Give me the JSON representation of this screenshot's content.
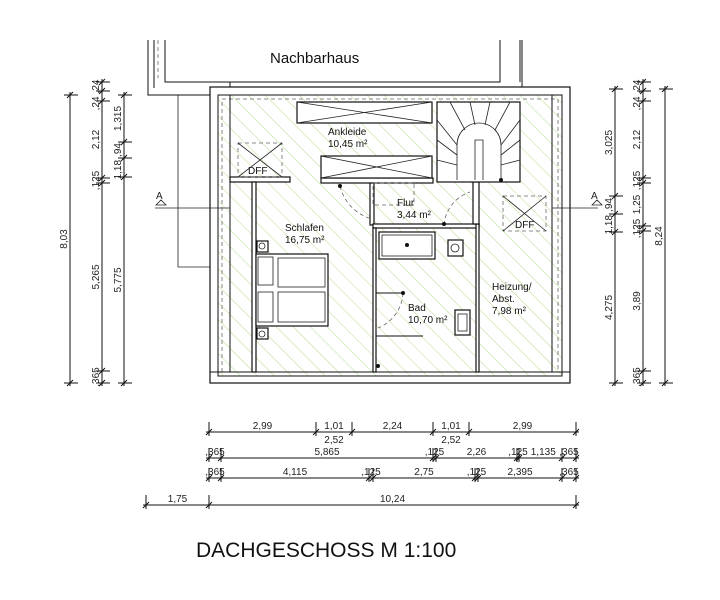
{
  "neighbor_label": "Nachbarhaus",
  "title": "DACHGESCHOSS M 1:100",
  "section_marker": "A",
  "skylight_label": "DFF",
  "hatch_color": "#b6dc8e",
  "rooms": {
    "ankleide": {
      "name": "Ankleide",
      "area": "10,45 m²"
    },
    "flur": {
      "name": "Flur",
      "area": "3,44 m²"
    },
    "schlafen": {
      "name": "Schlafen",
      "area": "16,75 m²"
    },
    "bad": {
      "name": "Bad",
      "area": "10,70 m²"
    },
    "heizung": {
      "name": "Heizung/",
      "name2": "Abst.",
      "area": "7,98 m²"
    }
  },
  "dims": {
    "left_total": "8,03",
    "left_chain1": [
      ",24",
      ",24",
      "2,12",
      ",125",
      "5,265",
      ",365"
    ],
    "left_chain2": [
      "1,315",
      ",94",
      "1,18",
      "5,775"
    ],
    "right_chain1": [
      "3,025",
      ",94",
      "1,18",
      "4,275"
    ],
    "right_chain2": [
      ",24",
      ",24",
      "2,12",
      ",125",
      "1,25",
      ",125",
      "3,89",
      ",365"
    ],
    "right_total": "8,24",
    "bottom_row1": [
      "2,99",
      "1,01",
      "2,24",
      "1,01",
      "2,99"
    ],
    "bottom_row1_sub": [
      "2,52",
      "2,52"
    ],
    "bottom_row2": [
      ",365",
      "5,865",
      ",125",
      "2,26",
      ",125",
      "1,135",
      ",365"
    ],
    "bottom_row3": [
      ",365",
      "4,115",
      ",125",
      "2,75",
      ",125",
      "2,395",
      ",365"
    ],
    "bottom_row4": [
      "1,75",
      "10,24"
    ]
  }
}
